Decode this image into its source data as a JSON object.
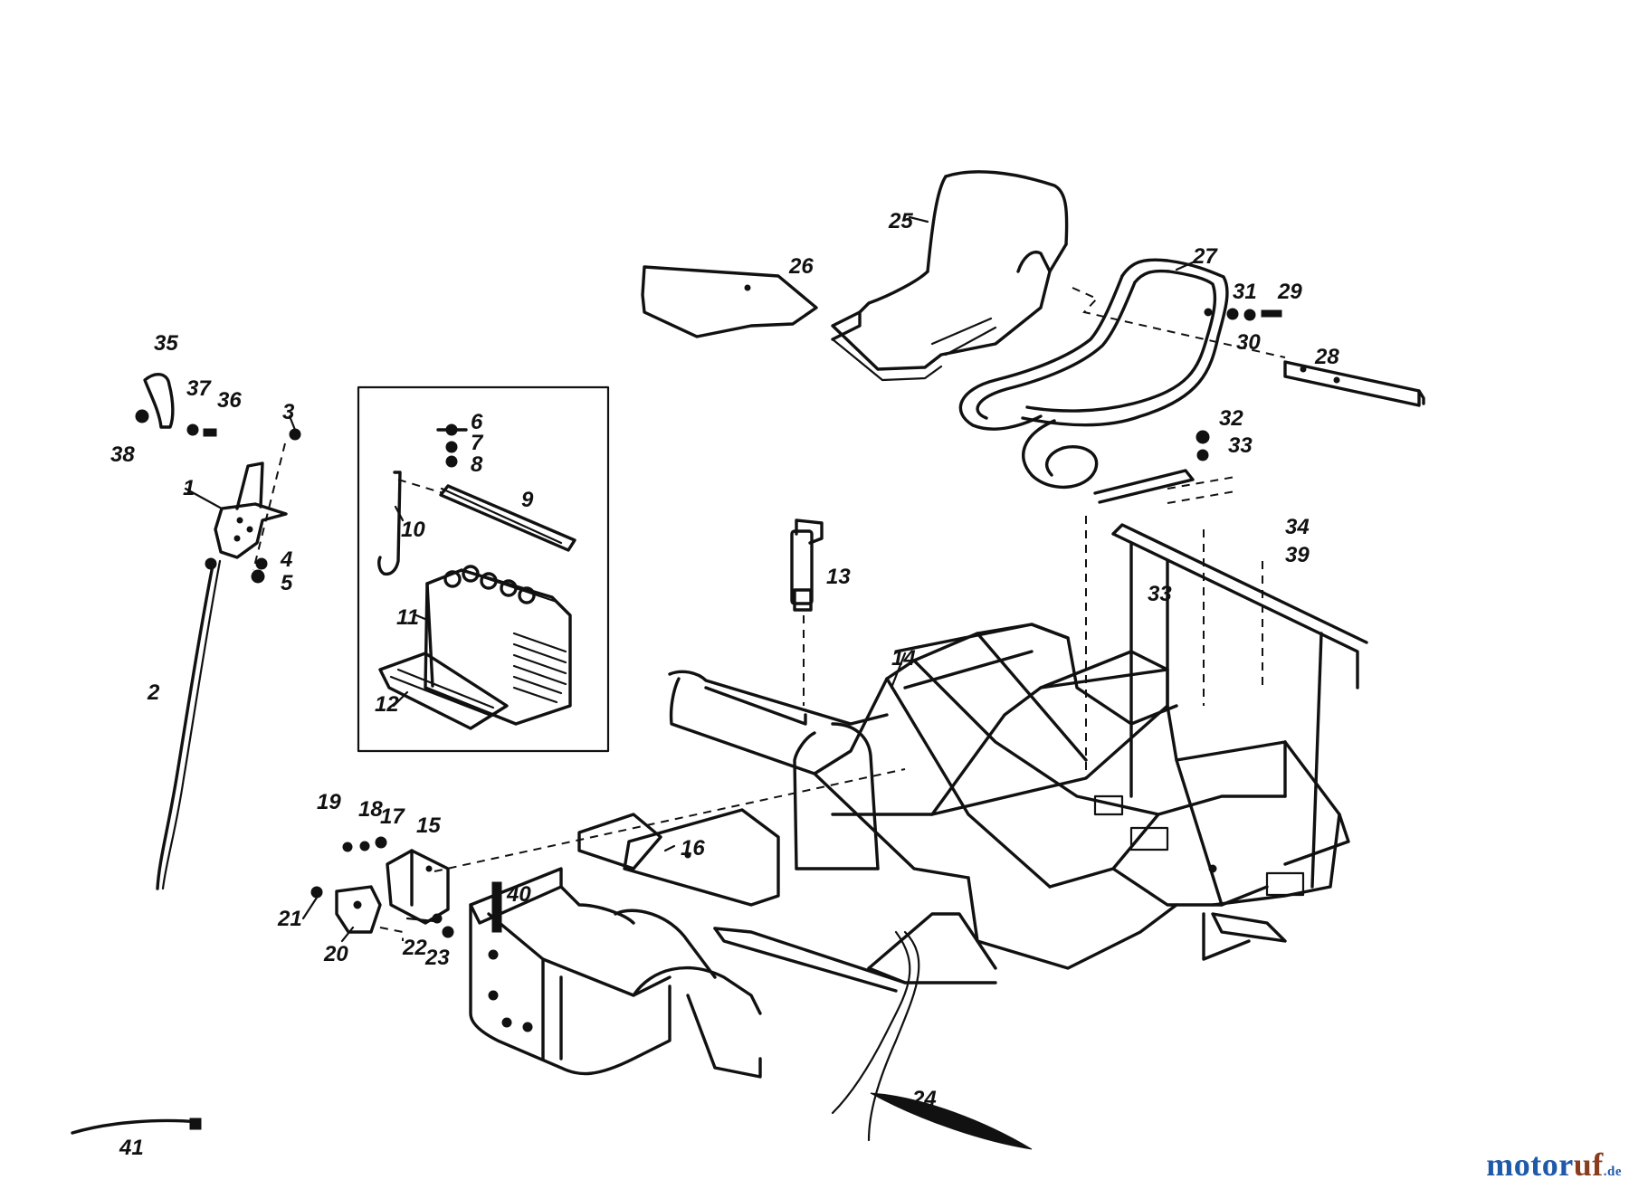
{
  "diagram": {
    "part_numbers": {
      "p1": "1",
      "p2": "2",
      "p3": "3",
      "p4": "4",
      "p5": "5",
      "p6": "6",
      "p7": "7",
      "p8": "8",
      "p9": "9",
      "p10": "10",
      "p11": "11",
      "p12": "12",
      "p13": "13",
      "p14": "14",
      "p15": "15",
      "p16": "16",
      "p17": "17",
      "p18": "18",
      "p19": "19",
      "p20": "20",
      "p21": "21",
      "p22": "22",
      "p23": "23",
      "p24": "24",
      "p25": "25",
      "p26": "26",
      "p27": "27",
      "p28": "28",
      "p29": "29",
      "p30": "30",
      "p31": "31",
      "p32": "32",
      "p33a": "33",
      "p33b": "33",
      "p34": "34",
      "p35": "35",
      "p36": "36",
      "p37": "37",
      "p38": "38",
      "p39": "39",
      "p40": "40",
      "p41": "41"
    }
  },
  "watermark": {
    "brand_main": "motor",
    "brand_accent": "uf",
    "brand_suffix": ".de"
  },
  "colors": {
    "ink": "#111111",
    "brand_blue": "#1e5aa8",
    "brand_brown": "#8a3c1e",
    "background": "#ffffff"
  }
}
